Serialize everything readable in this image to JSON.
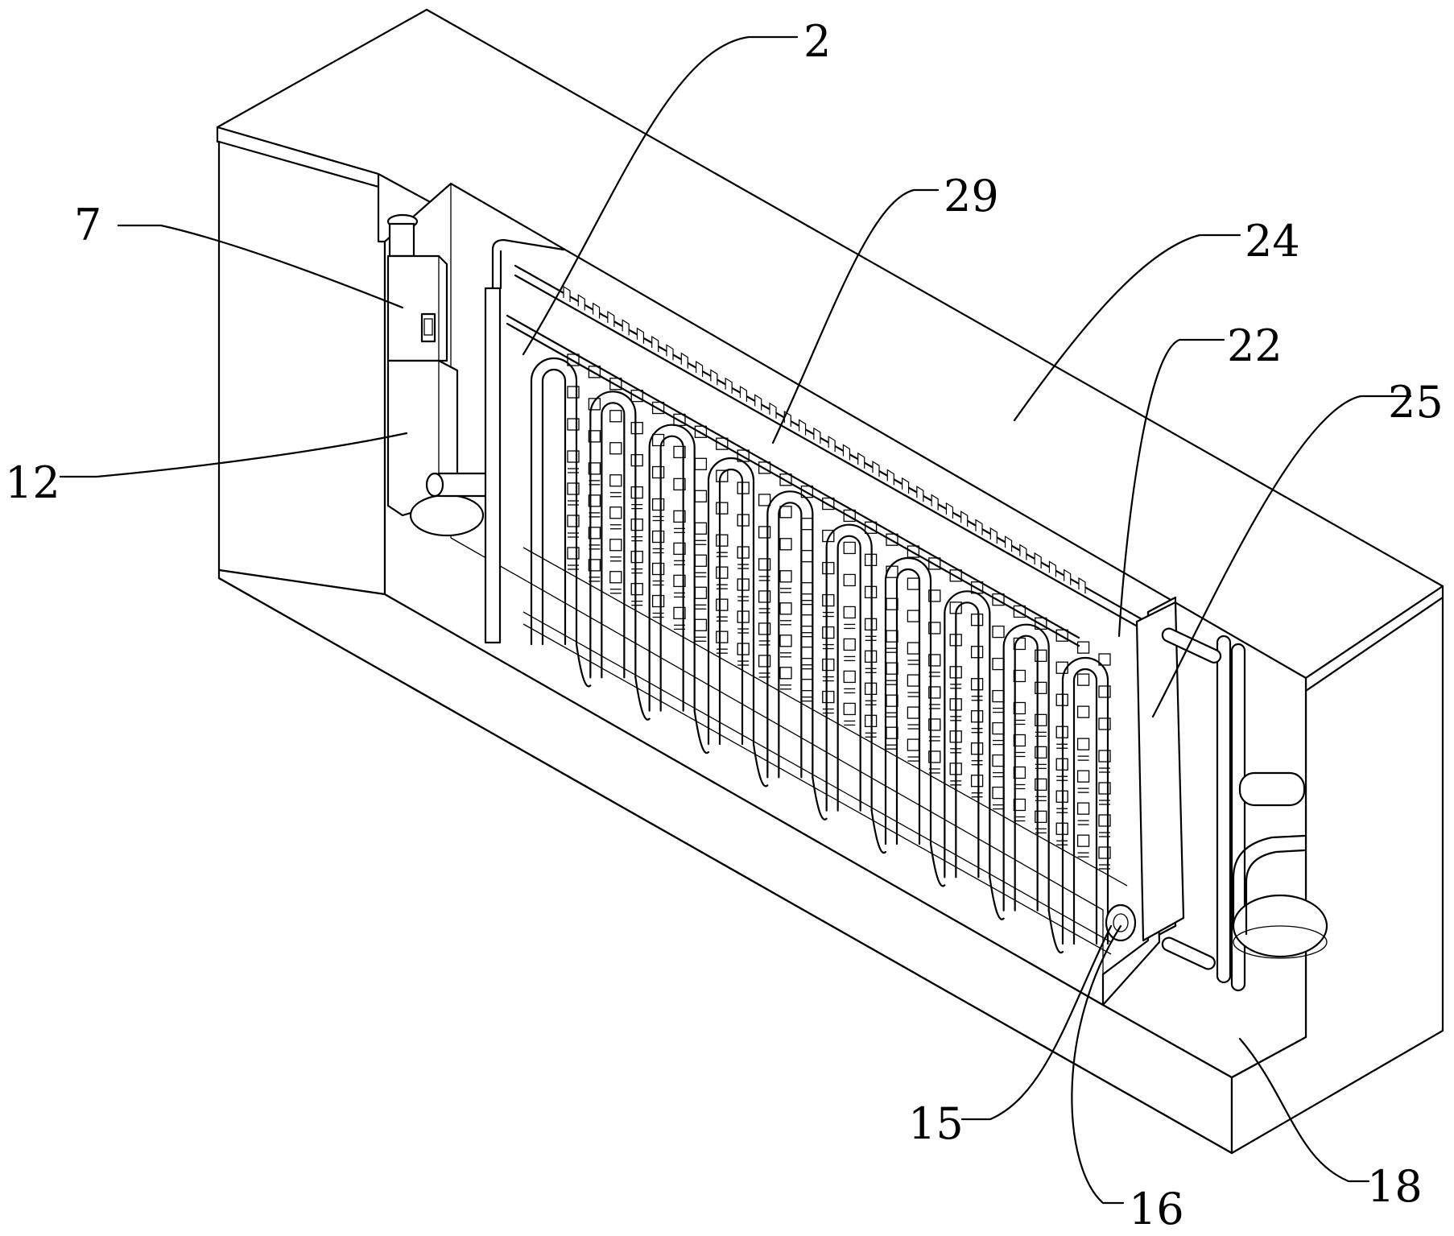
{
  "labels": {
    "l2": "2",
    "l29": "29",
    "l24": "24",
    "l22": "22",
    "l25": "25",
    "l7": "7",
    "l12": "12",
    "l15": "15",
    "l16": "16",
    "l18": "18"
  }
}
